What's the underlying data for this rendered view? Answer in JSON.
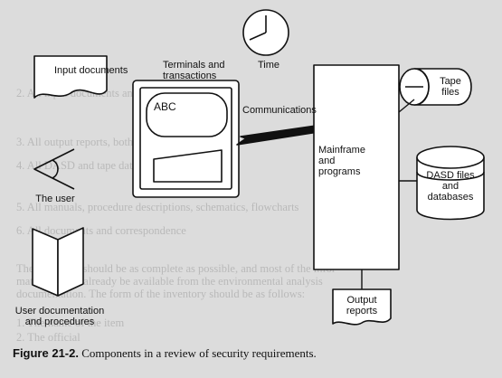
{
  "components": {
    "input_documents": "Input documents",
    "terminals": "Terminals and transactions",
    "time": "Time",
    "tape_files": "Tape files",
    "screen_text": "ABC",
    "communications": "Communications",
    "mainframe": "Mainframe and programs",
    "dasd": "DASD files and databases",
    "user": "The user",
    "user_documentation": "User documentation and procedures",
    "output_reports": "Output reports"
  },
  "background_text": [
    "2. All input documents and programs",
    "3. All output reports, both internal and external",
    "4. All DASD and tape data files",
    "5. All manuals, procedure descriptions, schematics, flowcharts",
    "6. All documents and correspondence",
    "The inventory should be as complete as possible, and most of the infor-",
    "mation should already be available from the environmental analysis",
    "documentation. The form of the inventory should be as follows:",
    "1. The name of the item",
    "2. The official"
  ],
  "caption": {
    "label": "Figure 21-2.",
    "text": "Components in a review of security requirements."
  }
}
